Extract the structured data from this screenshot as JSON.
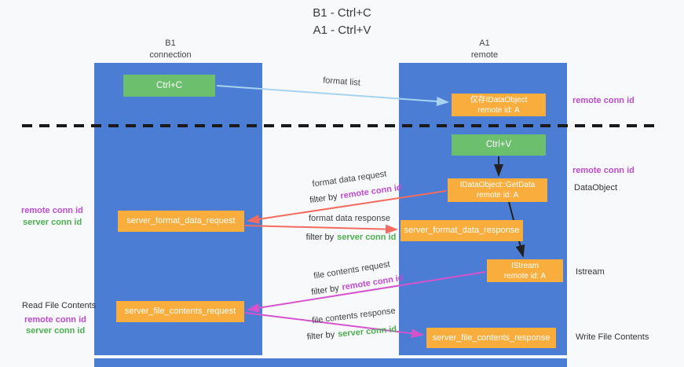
{
  "title": {
    "line1": "B1 - Ctrl+C",
    "line2": "A1 - Ctrl+V"
  },
  "lanes": {
    "left": {
      "name": "B1",
      "role": "connection"
    },
    "right": {
      "name": "A1",
      "role": "remote"
    }
  },
  "boxes": {
    "ctrl_c": {
      "label": "Ctrl+C"
    },
    "ctrl_v": {
      "label": "Ctrl+V"
    },
    "idataobject_cache": {
      "line1": "仅存IDataObject",
      "line2": "remote id: A"
    },
    "getdata": {
      "line1": "IDataObject::GetData",
      "line2": "remote id: A"
    },
    "istream": {
      "line1": "IStream",
      "line2": "remote id: A"
    },
    "server_format_data_request": {
      "label": "server_format_data_request"
    },
    "server_format_data_response": {
      "label": "server_format_data_response"
    },
    "server_file_contents_request": {
      "label": "server_file_contents_request"
    },
    "server_file_contents_response": {
      "label": "server_file_contents_response"
    }
  },
  "arrow_labels": {
    "format_list": "format list",
    "format_data_request": "format data request",
    "format_data_response": "format data response",
    "file_contents_request": "file contents request",
    "file_contents_response": "file contents response",
    "filter_by": "filter by",
    "remote_conn_id": "remote conn id",
    "server_conn_id": "server conn id"
  },
  "annotations": {
    "remote_conn_id_top": "remote conn id",
    "remote_conn_id_mid": "remote conn id",
    "dataobject": "DataObject",
    "istream": "Istream",
    "write_file_contents": "Write File Contents",
    "read_file_contents": "Read File Contents",
    "left_remote_conn_id_1": "remote conn id",
    "left_server_conn_id_1": "server conn id",
    "left_remote_conn_id_2": "remote conn id",
    "left_server_conn_id_2": "server conn id"
  },
  "colors": {
    "lane_blue": "#4a7dd3",
    "box_green": "#6cbf6d",
    "box_orange": "#f9ad3d",
    "arrow_red": "#f26c60",
    "arrow_magenta": "#d653ce",
    "arrow_light_blue": "#a6d3f0",
    "text_magenta": "#bf4bd2",
    "text_green": "#4caf50"
  }
}
